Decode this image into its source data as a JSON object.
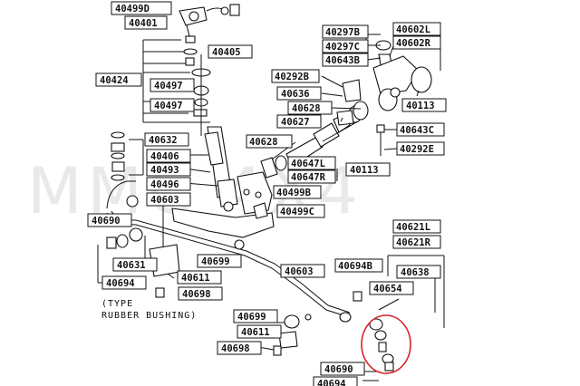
{
  "watermark": "MMC 4X4",
  "note_line1": "(TYPE",
  "note_line2": "RUBBER BUSHING)",
  "labels": {
    "p40499D": "40499D",
    "p40401": "40401",
    "p40405": "40405",
    "p40424": "40424",
    "p40497a": "40497",
    "p40497b": "40497",
    "p40632": "40632",
    "p40406": "40406",
    "p40493": "40493",
    "p40496": "40496",
    "p40603a": "40603",
    "p40690a": "40690",
    "p40631": "40631",
    "p40694a": "40694",
    "p40699a": "40699",
    "p40611a": "40611",
    "p40698a": "40698",
    "p40297B": "40297B",
    "p40297C": "40297C",
    "p40643B": "40643B",
    "p40602L": "40602L",
    "p40602R": "40602R",
    "p40292B": "40292B",
    "p40636": "40636",
    "p40628a": "40628",
    "p40627": "40627",
    "p40113a": "40113",
    "p40643C": "40643C",
    "p40292E": "40292E",
    "p40628b": "40628",
    "p40647L": "40647L",
    "p40647R": "40647R",
    "p40113b": "40113",
    "p40499B": "40499B",
    "p40499C": "40499C",
    "p40621L": "40621L",
    "p40621R": "40621R",
    "p40638": "40638",
    "p40603b": "40603",
    "p40694B": "40694B",
    "p40654": "40654",
    "p40699b": "40699",
    "p40611b": "40611",
    "p40698b": "40698",
    "p40690b": "40690",
    "p40694b": "40694"
  },
  "colors": {
    "highlight_circle": "#d9232b",
    "line": "#111111"
  }
}
